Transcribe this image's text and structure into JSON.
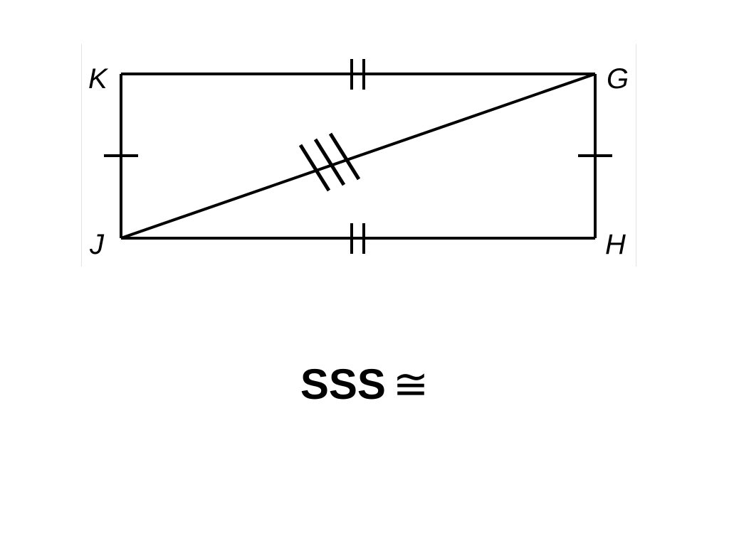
{
  "figure": {
    "vertices": {
      "K": "K",
      "G": "G",
      "J": "J",
      "H": "H"
    },
    "stroke_color": "#000000"
  },
  "caption": {
    "postulate": "SSS",
    "symbol": "≅"
  }
}
